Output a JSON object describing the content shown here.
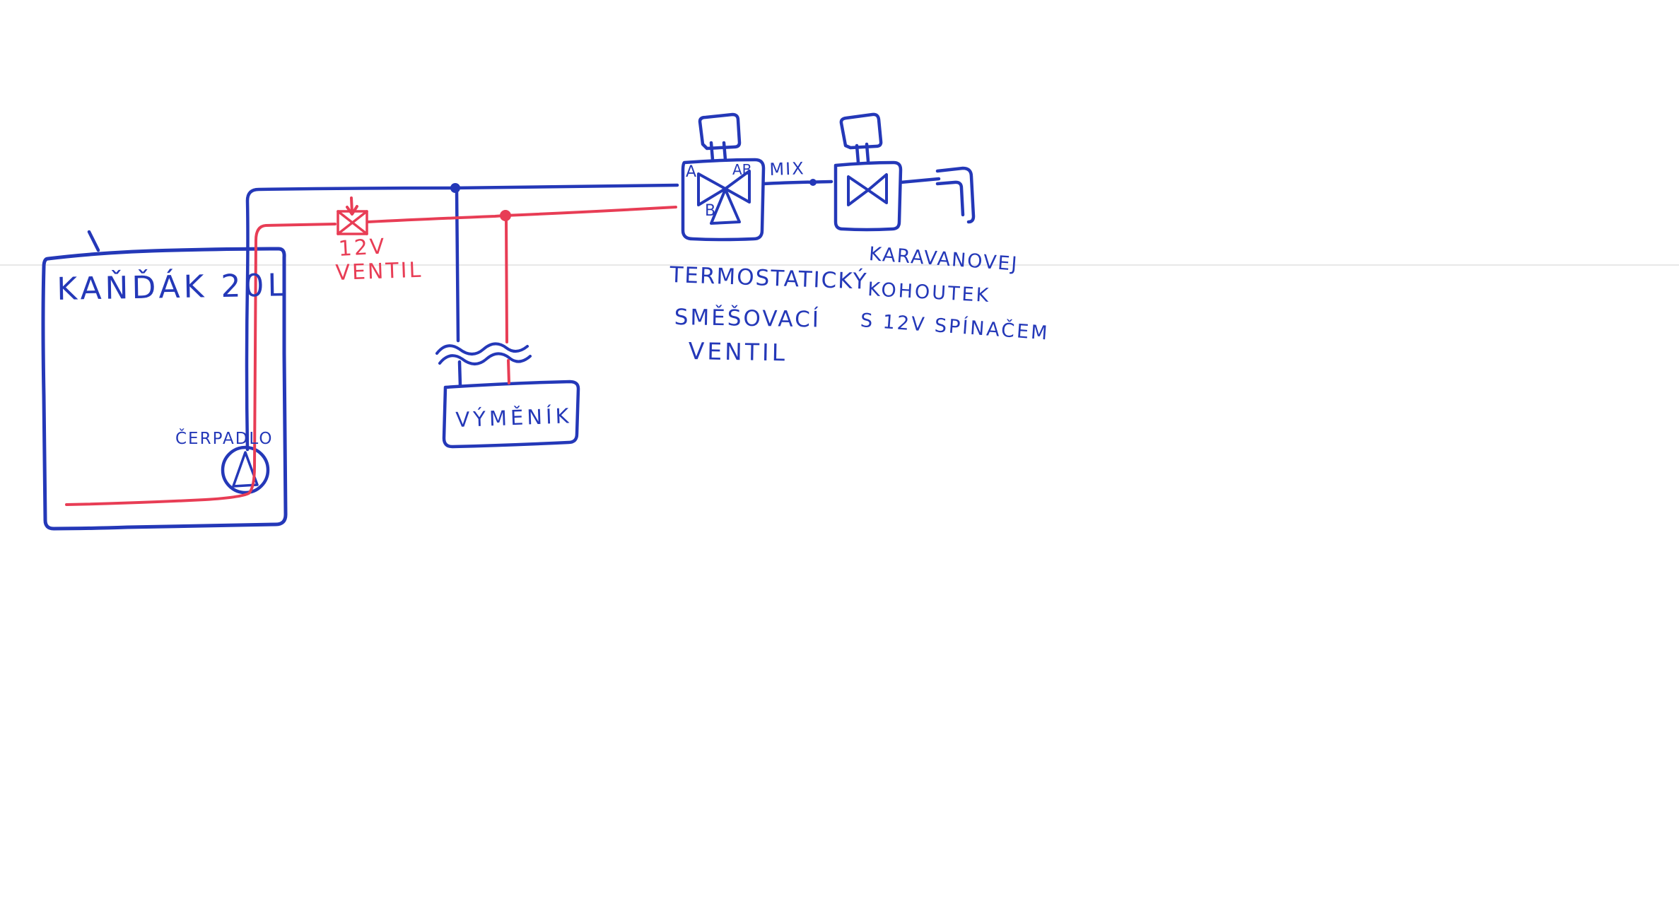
{
  "diagram": {
    "kind": "hand-drawn plumbing schematic",
    "colors": {
      "ink_blue": "#2438b8",
      "ink_red": "#e83d55",
      "paper": "#ffffff",
      "ruled_line": "#e8e8e8"
    },
    "labels": {
      "tank": "KAŇĎÁK 20L",
      "pump": "ČERPADLO",
      "solenoid_valve_line1": "12V",
      "solenoid_valve_line2": "VENTIL",
      "heat_exchanger": "VÝMĚNÍK",
      "port_a": "A",
      "port_ab": "AB",
      "port_b": "B",
      "mix_output": "MIX",
      "mixing_valve_line1": "TERMOSTATICKÝ",
      "mixing_valve_line2": "SMĚŠOVACÍ",
      "mixing_valve_line3": "VENTIL",
      "tap_line1": "KARAVANOVEJ",
      "tap_line2": "KOHOUTEK",
      "tap_line3": "S 12V SPÍNAČEM"
    }
  }
}
